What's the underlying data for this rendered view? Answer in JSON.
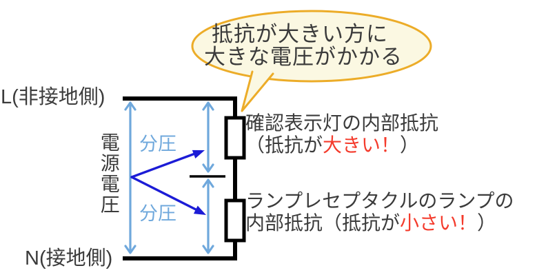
{
  "bubble": {
    "line1": "抵抗が大きい方に",
    "line2": "大きな電圧がかかる"
  },
  "labels": {
    "line_l": "L(非接地側)",
    "line_n": "N(接地側)",
    "source_voltage": "電源電圧",
    "divided_upper": "分圧",
    "divided_lower": "分圧"
  },
  "annotations": {
    "resistor_upper": {
      "line1": "確認表示灯の内部抵抗",
      "line2_prefix": "（抵抗が",
      "line2_em": "大きい！",
      "line2_suffix": "）"
    },
    "resistor_lower": {
      "line1": "ランプレセプタクルのランプの",
      "line2_prefix": "内部抵抗（抵抗が",
      "line2_em": "小さい！",
      "line2_suffix": "）"
    }
  },
  "colors": {
    "text": "#3b3b3b",
    "wire": "#000000",
    "light_blue": "#6fa8dc",
    "dark_blue": "#1c1cd6",
    "red": "#f43b2c",
    "bubble_fill": "#fbf8e2",
    "bubble_border": "#ecac28"
  }
}
